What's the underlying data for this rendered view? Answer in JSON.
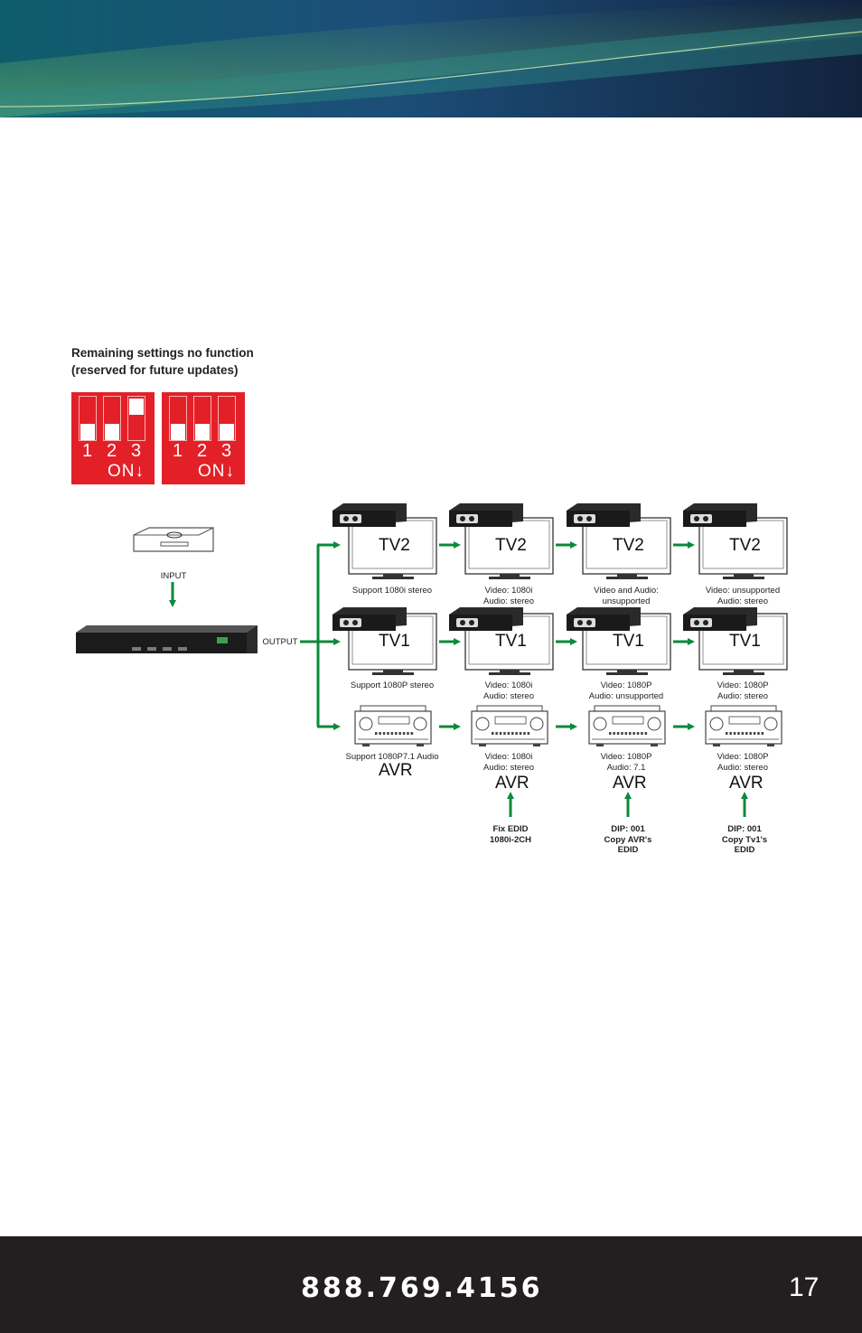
{
  "note": {
    "line1": "Remaining settings no function",
    "line2": "(reserved for future updates)"
  },
  "dip_switches": [
    {
      "numbers": [
        "1",
        "2",
        "3"
      ],
      "on_label": "ON↓",
      "positions": [
        "down",
        "down",
        "up"
      ]
    },
    {
      "numbers": [
        "1",
        "2",
        "3"
      ],
      "on_label": "ON↓",
      "positions": [
        "down",
        "down",
        "down"
      ]
    }
  ],
  "diagram": {
    "input_label": "INPUT",
    "output_label": "OUTPUT",
    "tv2_name": "TV2",
    "tv1_name": "TV1",
    "avr_name": "AVR",
    "tv2_captions": [
      "Support 1080i stereo",
      "Video: 1080i\nAudio: stereo",
      "Video and Audio:\nunsupported",
      "Video: unsupported\nAudio: stereo"
    ],
    "tv1_captions": [
      "Support 1080P stereo",
      "Video: 1080i\nAudio: stereo",
      "Video: 1080P\nAudio: unsupported",
      "Video: 1080P\nAudio: stereo"
    ],
    "avr_captions": [
      "Support 1080P7.1 Audio",
      "Video: 1080i\nAudio: stereo",
      "Video: 1080P\nAudio: 7.1",
      "Video: 1080P\nAudio: stereo"
    ],
    "edid_notes": [
      "Fix EDID\n1080i-2CH",
      "DIP: 001\nCopy AVR's\nEDID",
      "DIP: 001\nCopy Tv1's\nEDID"
    ]
  },
  "colors": {
    "arrow_green": "#0a8a3a",
    "dip_red": "#e32028",
    "footer_bg": "#231f20"
  },
  "footer": {
    "phone": "888.769.4156",
    "page_number": "17"
  }
}
